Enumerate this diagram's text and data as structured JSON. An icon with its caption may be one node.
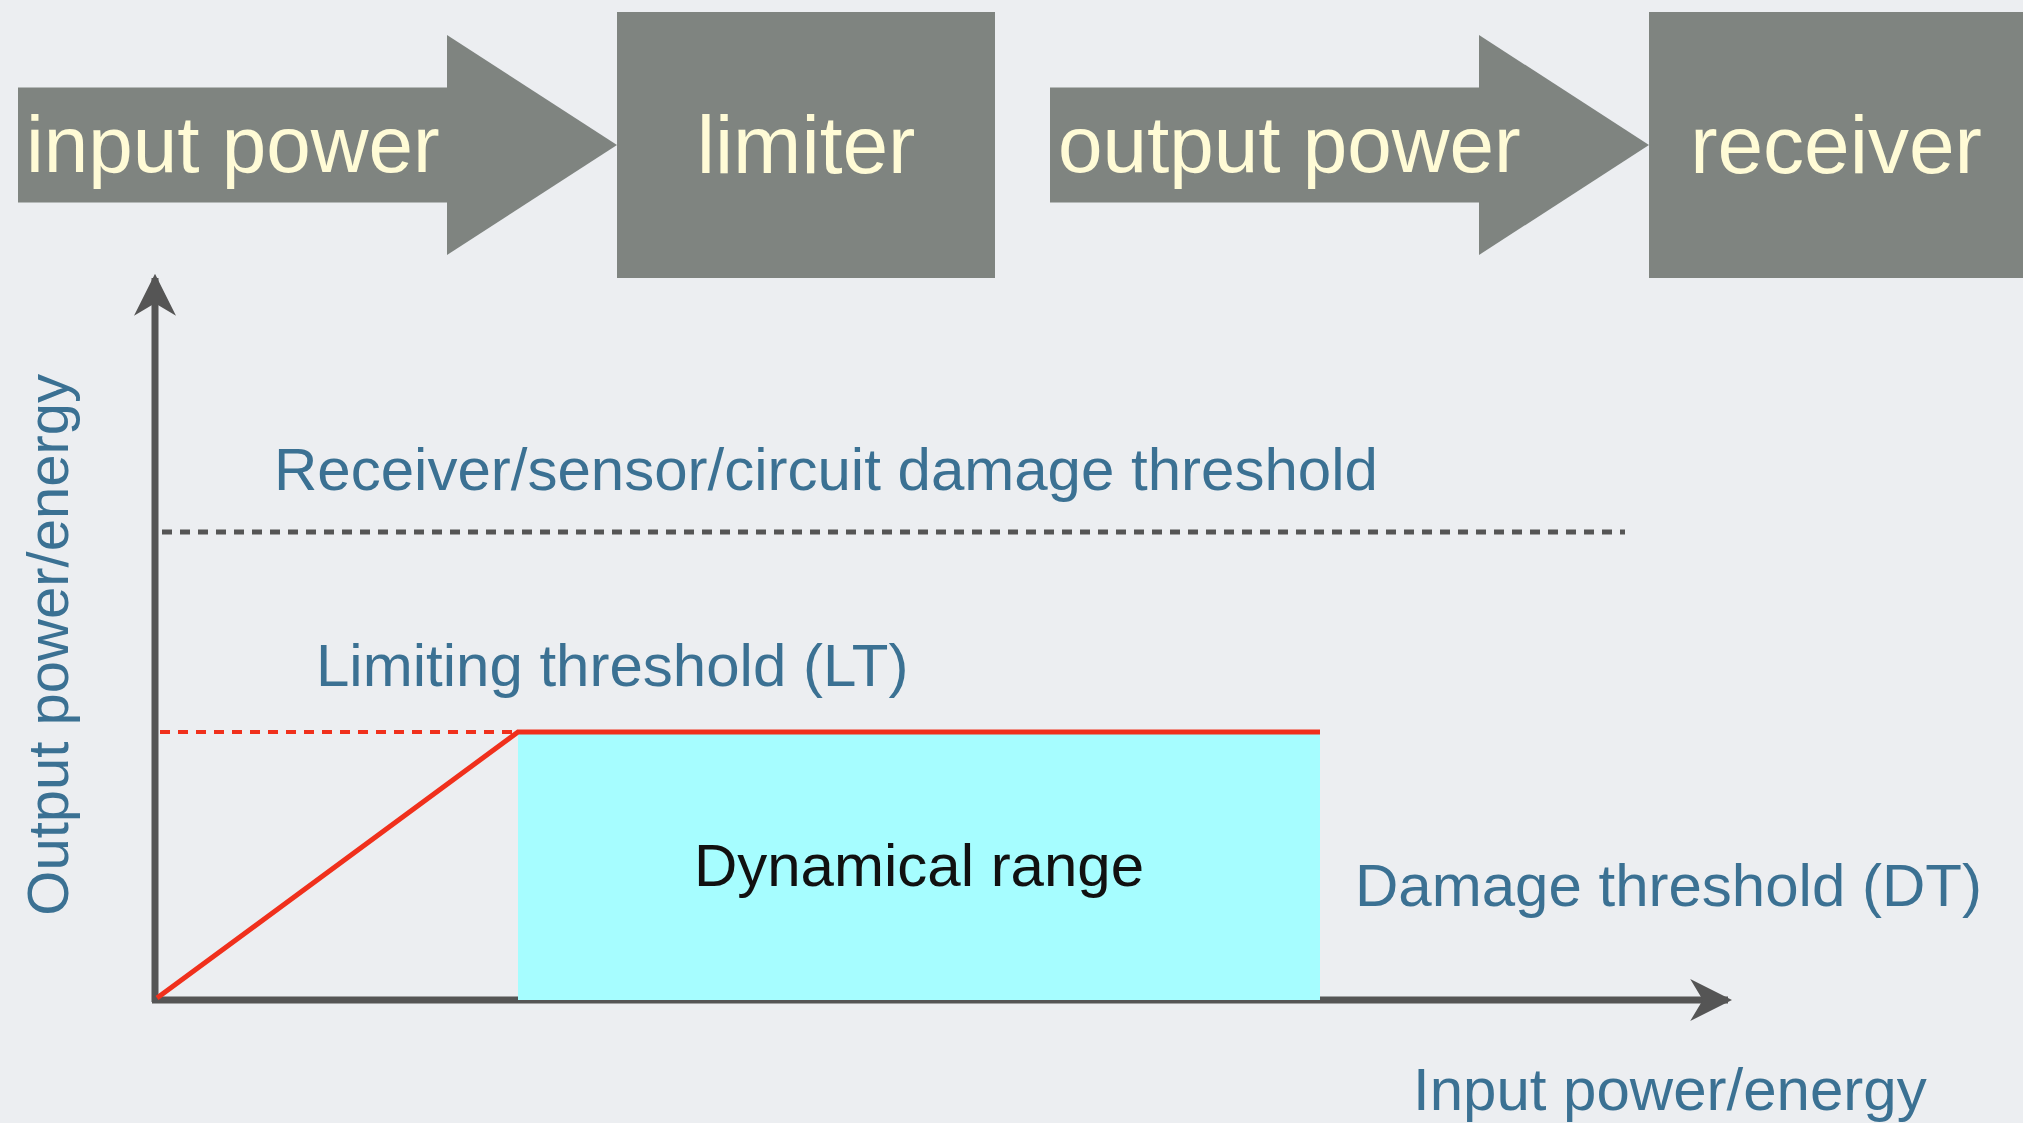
{
  "diagram": {
    "nodes": [
      {
        "text": [
          "limiter"
        ]
      },
      {
        "text": [
          "receiver"
        ]
      },
      {
        "text": [
          "Dynamical range"
        ]
      }
    ],
    "edges": [
      {
        "from": null,
        "to": 0,
        "arrow": "to",
        "label": "input power"
      },
      {
        "from": 0,
        "to": 1,
        "arrow": "to",
        "label": "output power"
      }
    ],
    "labels": [
      "Output power/energy",
      "Receiver/sensor/circuit damage threshold",
      "Limiting threshold (LT)",
      "Damage threshold (DT)",
      "Input power/energy"
    ]
  }
}
